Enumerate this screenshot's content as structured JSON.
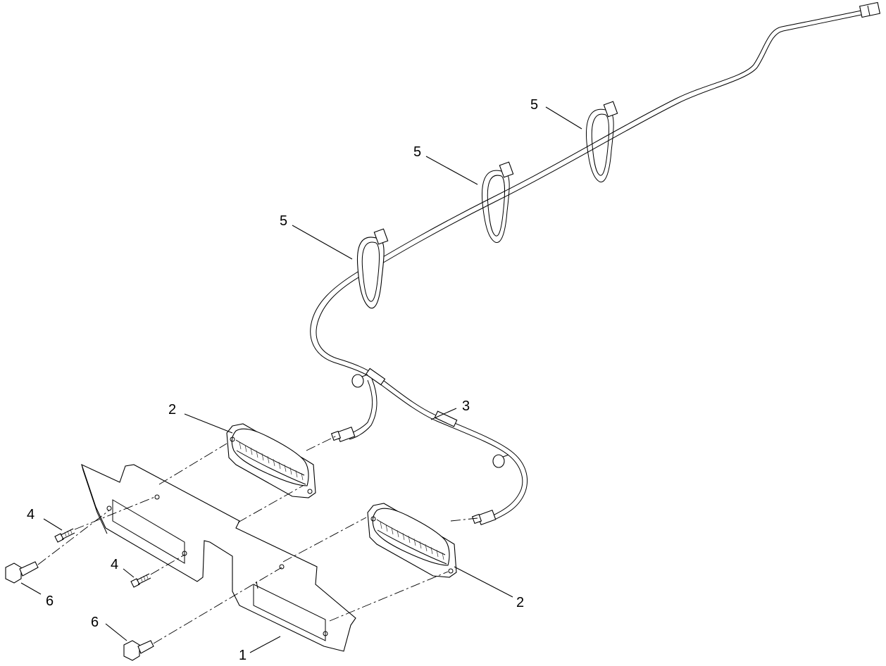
{
  "diagram": {
    "callouts": [
      {
        "id": "callout-bracket",
        "number": "1"
      },
      {
        "id": "callout-light-upper",
        "number": "2"
      },
      {
        "id": "callout-light-lower",
        "number": "2"
      },
      {
        "id": "callout-harness",
        "number": "3"
      },
      {
        "id": "callout-screw-upper",
        "number": "4"
      },
      {
        "id": "callout-screw-lower",
        "number": "4"
      },
      {
        "id": "callout-cable-tie-left",
        "number": "5"
      },
      {
        "id": "callout-cable-tie-middle",
        "number": "5"
      },
      {
        "id": "callout-cable-tie-right",
        "number": "5"
      },
      {
        "id": "callout-bolt-upper",
        "number": "6"
      },
      {
        "id": "callout-bolt-lower",
        "number": "6"
      }
    ]
  }
}
